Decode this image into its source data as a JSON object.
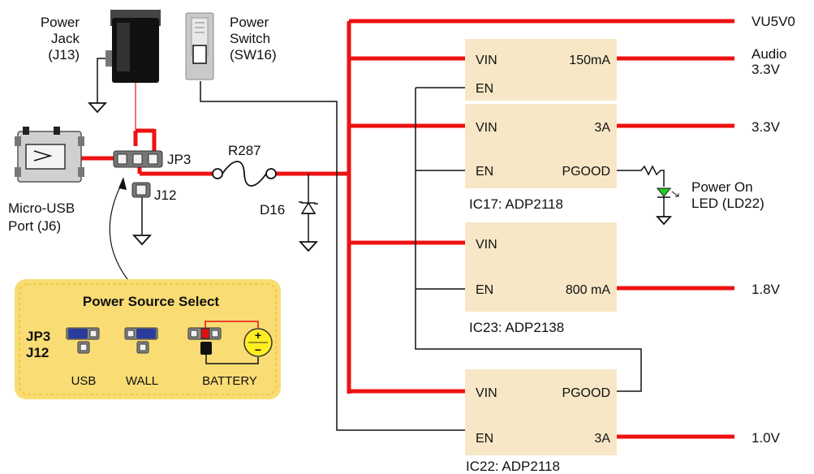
{
  "colors": {
    "power_rail": "#ee1111",
    "signal_wire": "#111111",
    "regulator_fill": "#f7e7c6",
    "select_panel_fill": "#f9dc73",
    "jumper_blue": "#2a3c9c",
    "led_green": "#22cc22",
    "battery_fill": "#ffee22"
  },
  "components": {
    "power_jack": "Power\nJack\n(J13)",
    "power_switch": "Power\nSwitch\n(SW16)",
    "micro_usb": "Micro-USB\nPort (J6)",
    "jp3": "JP3",
    "j12": "J12",
    "r287": "R287",
    "d16": "D16",
    "power_led": "Power On\nLED (LD22)"
  },
  "outputs": {
    "vu5v0": "VU5V0",
    "audio": "Audio\n3.3V",
    "v33": "3.3V",
    "v18": "1.8V",
    "v10": "1.0V"
  },
  "regulators": {
    "audio_ldo": {
      "vin": "VIN",
      "en": "EN",
      "out": "150mA"
    },
    "ic17": {
      "vin": "VIN",
      "en": "EN",
      "out": "3A",
      "pgood": "PGOOD",
      "caption": "IC17: ADP2118"
    },
    "ic23": {
      "vin": "VIN",
      "en": "EN",
      "out": "800 mA",
      "caption": "IC23: ADP2138"
    },
    "ic22": {
      "vin": "VIN",
      "en": "EN",
      "out": "3A",
      "pgood": "PGOOD",
      "caption": "IC22: ADP2118"
    }
  },
  "select_panel": {
    "title": "Power Source Select",
    "row1": "JP3",
    "row2": "J12",
    "options": [
      "USB",
      "WALL",
      "BATTERY"
    ],
    "battery_plus": "+",
    "battery_minus": "−"
  }
}
